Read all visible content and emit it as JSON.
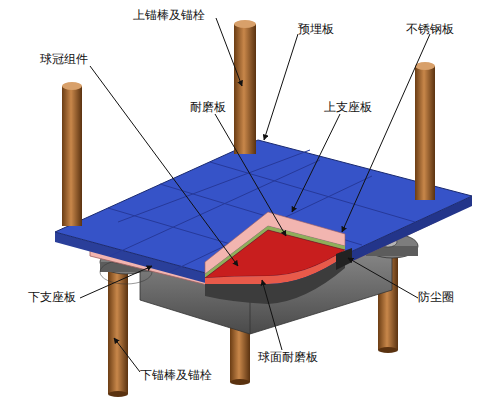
{
  "diagram": {
    "labels": [
      "上锚棒及锚栓",
      "预埋板",
      "不锈钢板",
      "球冠组件",
      "上支座板",
      "耐磨板",
      "下支座板",
      "防尘圈",
      "球面耐磨板",
      "下锚棒及锚栓"
    ]
  }
}
